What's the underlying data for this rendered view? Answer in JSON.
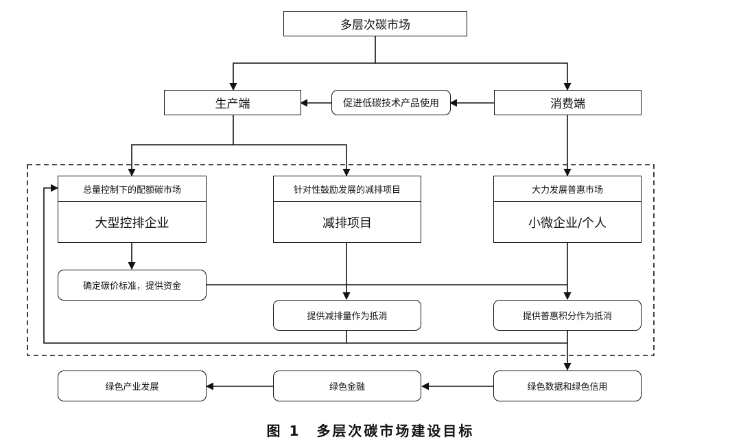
{
  "nodes": {
    "top": "多层次碳市场",
    "producer": "生产端",
    "promote": "促进低碳技术产品使用",
    "consumer": "消费端",
    "quota_market": {
      "header": "总量控制下的配额碳市场",
      "body": "大型控排企业"
    },
    "reduction_projects": {
      "header": "针对性鼓励发展的减排项目",
      "body": "减排项目"
    },
    "inclusive_market": {
      "header": "大力发展普惠市场",
      "body": "小微企业/个人"
    },
    "carbon_price": "确定碳价标准，提供资金",
    "offset_reduction": "提供减排量作为抵消",
    "offset_points": "提供普惠积分作为抵消",
    "green_industry": "绿色产业发展",
    "green_finance": "绿色金融",
    "green_data": "绿色数据和绿色信用"
  },
  "caption": "图 1　多层次碳市场建设目标"
}
